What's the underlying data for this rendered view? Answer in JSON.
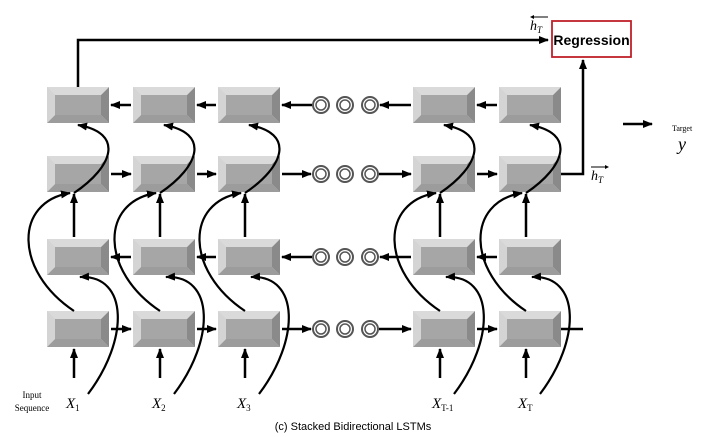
{
  "diagram": {
    "caption": "(c) Stacked Bidirectional LSTMs",
    "regression_label": "Regression",
    "regression_border_color": "#c0202a",
    "target_label": "Target",
    "target_symbol": "y",
    "input_label_line1": "Input",
    "input_label_line2": "Sequence",
    "h_backward_label": "h",
    "h_backward_sub": "T",
    "h_forward_label": "h",
    "h_forward_sub": "T",
    "inputs": [
      {
        "base": "X",
        "sub": "1"
      },
      {
        "base": "X",
        "sub": "2"
      },
      {
        "base": "X",
        "sub": "3"
      },
      {
        "base": "X",
        "sub": "T-1"
      },
      {
        "base": "X",
        "sub": "T"
      }
    ],
    "layers": [
      {
        "name": "layer-2-backward",
        "direction": "backward"
      },
      {
        "name": "layer-2-forward",
        "direction": "forward"
      },
      {
        "name": "layer-1-backward",
        "direction": "backward"
      },
      {
        "name": "layer-1-forward",
        "direction": "forward"
      }
    ],
    "ellipsis_count": 3
  }
}
